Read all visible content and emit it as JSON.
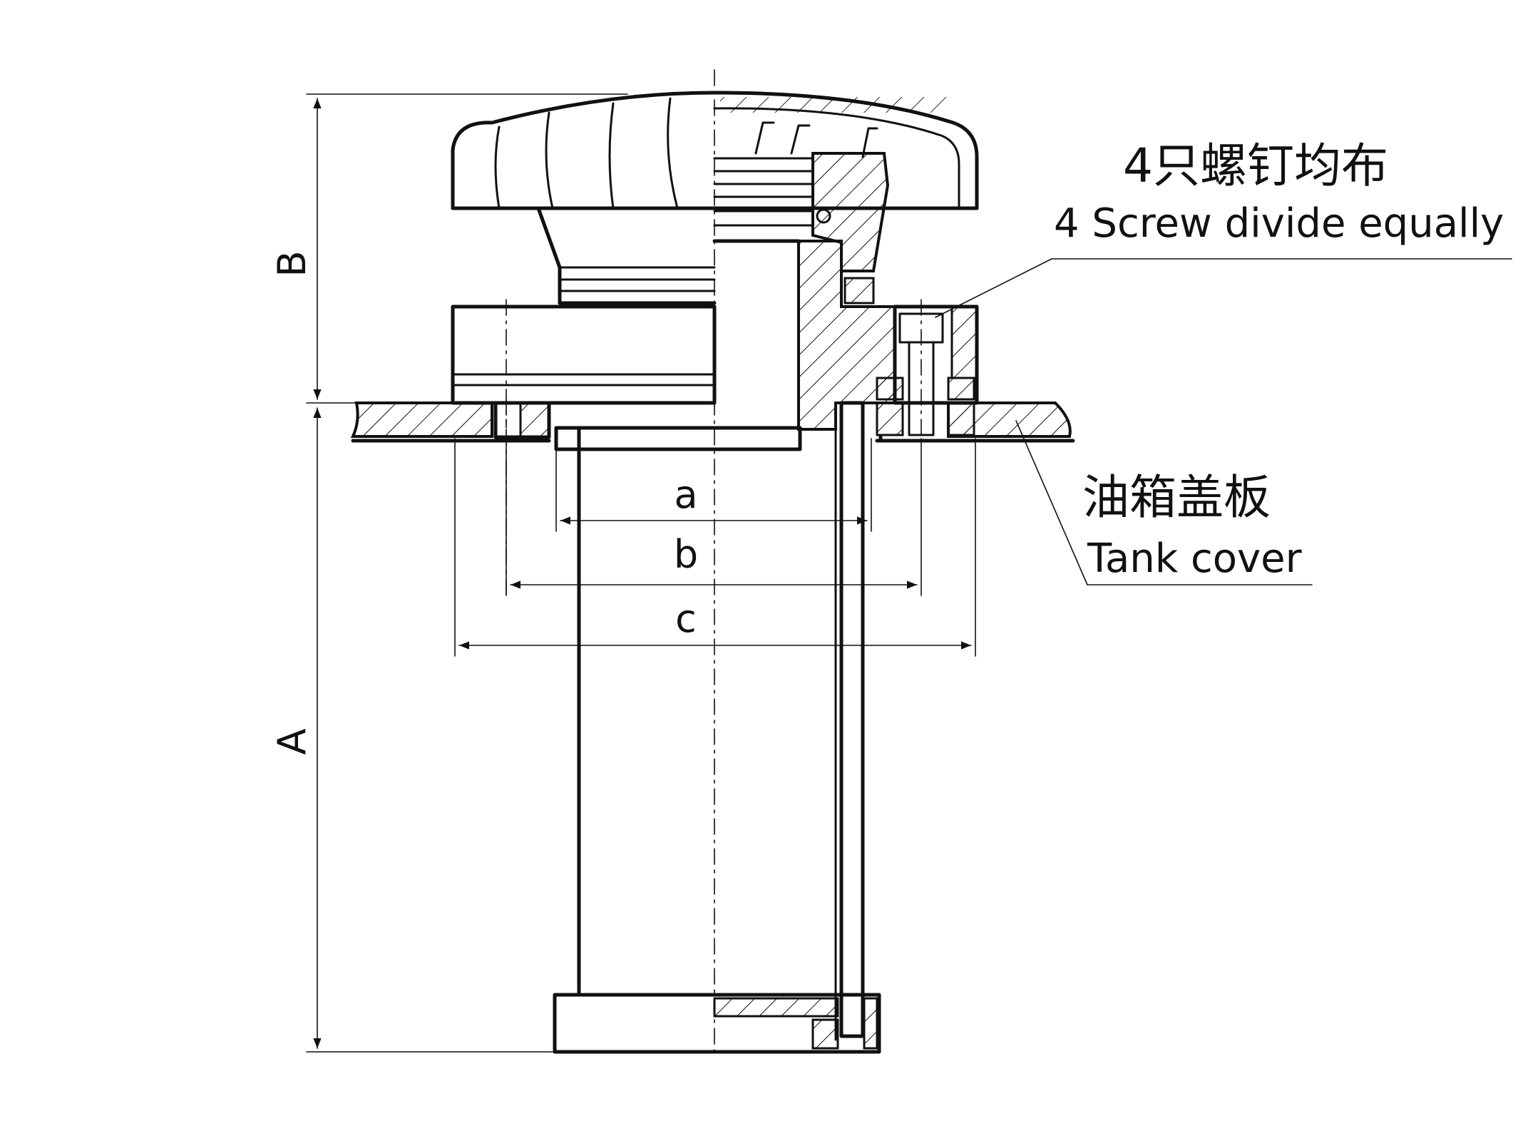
{
  "dimensions": {
    "A": "A",
    "B": "B",
    "a": "a",
    "b": "b",
    "c": "c"
  },
  "notes": {
    "screw_cn": "4只螺钉均布",
    "screw_en": "4 Screw divide equally",
    "cover_cn": "油箱盖板",
    "cover_en": "Tank cover"
  }
}
